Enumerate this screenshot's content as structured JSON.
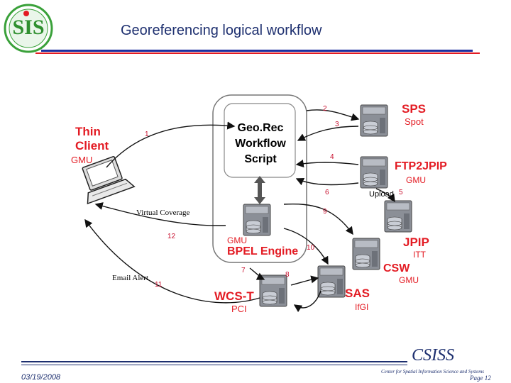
{
  "header": {
    "logo_text": "SIS",
    "title": "Georeferencing logical workflow"
  },
  "diagram": {
    "thin_client": {
      "title": "Thin Client",
      "org": "GMU"
    },
    "workflow_script": {
      "title": "Geo.Rec Workflow Script"
    },
    "bpel_engine": {
      "title": "BPEL Engine",
      "org": "GMU"
    },
    "sps": {
      "title": "SPS",
      "org": "Spot"
    },
    "ftp2jpip": {
      "title": "FTP2JPIP",
      "org": "GMU"
    },
    "jpip": {
      "title": "JPIP",
      "org": "ITT"
    },
    "csw": {
      "title": "CSW",
      "org": "GMU"
    },
    "sas": {
      "title": "SAS",
      "org": "IfGI"
    },
    "wcst": {
      "title": "WCS-T",
      "org": "PCI"
    },
    "labels": {
      "virtual_coverage": "Virtual Coverage",
      "email_alert": "Email Alert",
      "upload": "Upload"
    },
    "steps": [
      "1",
      "2",
      "3",
      "4",
      "5",
      "6",
      "7",
      "8",
      "9",
      "10",
      "11",
      "12"
    ]
  },
  "footer": {
    "org_acronym": "CSISS",
    "org_full": "Center for Spatial Information Science and Systems",
    "date": "03/19/2008",
    "page": "Page 12"
  }
}
